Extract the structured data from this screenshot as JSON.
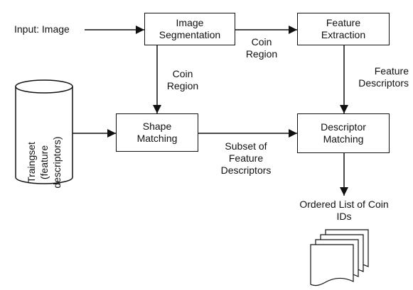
{
  "input_label": "Input: Image",
  "nodes": {
    "segmentation": [
      "Image",
      "Segmentation"
    ],
    "feature_extraction": [
      "Feature",
      "Extraction"
    ],
    "shape_matching": [
      "Shape",
      "Matching"
    ],
    "descriptor_matching": [
      "Descriptor",
      "Matching"
    ],
    "trainset": [
      "Traingset",
      "(feature",
      "descriptors)"
    ]
  },
  "edge_labels": {
    "coin_region_right": [
      "Coin",
      "Region"
    ],
    "coin_region_down": [
      "Coin",
      "Region"
    ],
    "feature_descriptors": [
      "Feature",
      "Descriptors"
    ],
    "subset": [
      "Subset of",
      "Feature",
      "Descriptors"
    ]
  },
  "output_label": [
    "Ordered List of Coin",
    "IDs"
  ],
  "output_icon": "document-stack-icon"
}
